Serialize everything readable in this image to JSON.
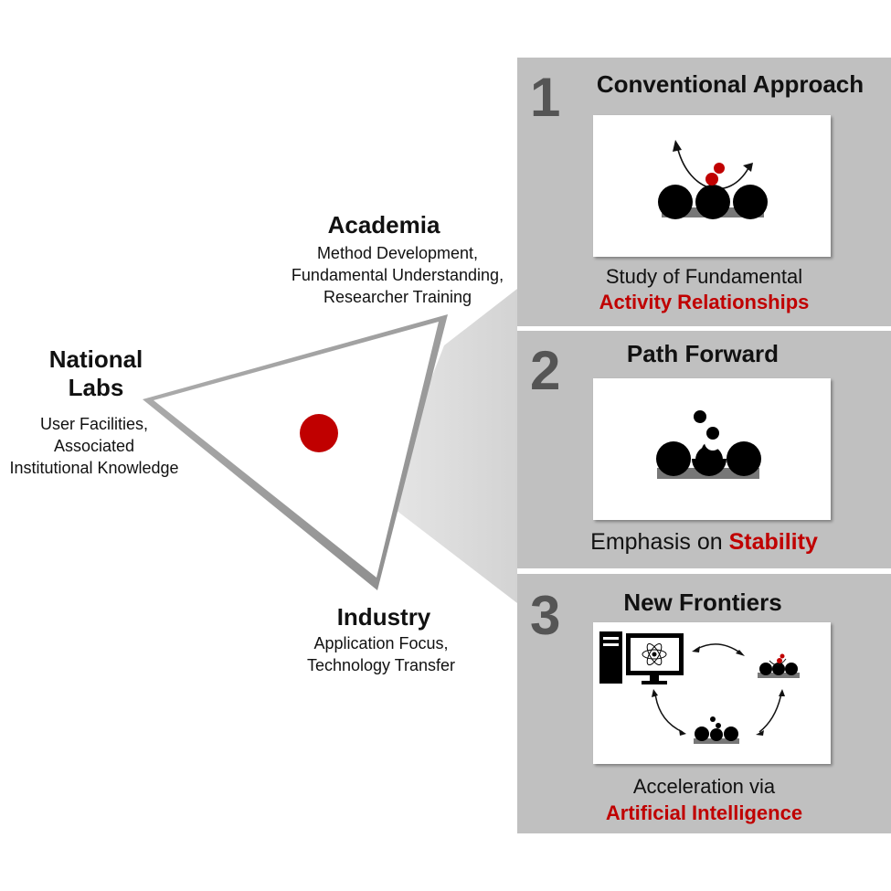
{
  "colors": {
    "accent": "#c00000",
    "panel_bg": "#c0c0c0",
    "number": "#555555"
  },
  "vertices": {
    "academia": {
      "title": "Academia",
      "lines": [
        "Method Development,",
        "Fundamental Understanding,",
        "Researcher Training"
      ]
    },
    "national_labs": {
      "title": [
        "National",
        "Labs"
      ],
      "lines": [
        "User Facilities,",
        "Associated",
        "Institutional Knowledge"
      ]
    },
    "industry": {
      "title": "Industry",
      "lines": [
        "Application Focus,",
        "Technology Transfer"
      ]
    }
  },
  "panels": [
    {
      "number": "1",
      "title": "Conventional Approach",
      "caption_line1": "Study of Fundamental",
      "caption_red": "Activity Relationships",
      "icon": "atoms-with-adsorbate-icon"
    },
    {
      "number": "2",
      "title": "Path Forward",
      "caption_plain": "Emphasis on ",
      "caption_red": "Stability",
      "icon": "atoms-leaching-icon"
    },
    {
      "number": "3",
      "title": "New Frontiers",
      "caption_line1": "Acceleration via",
      "caption_red": "Artificial Intelligence",
      "icon": "ai-cycle-icon"
    }
  ]
}
